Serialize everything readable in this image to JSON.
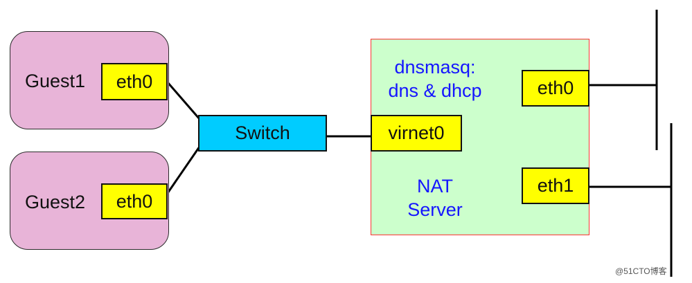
{
  "guest1": {
    "label": "Guest1",
    "port": "eth0"
  },
  "guest2": {
    "label": "Guest2",
    "port": "eth0"
  },
  "switch": {
    "label": "Switch"
  },
  "server": {
    "service_line1": "dnsmasq:",
    "service_line2": "dns & dhcp",
    "name_line1": "NAT",
    "name_line2": "Server",
    "internal_port": "virnet0",
    "external_port1": "eth0",
    "external_port2": "eth1"
  },
  "watermark": "@51CTO博客",
  "colors": {
    "guest_fill": "#e8b4d8",
    "port_fill": "#ffff00",
    "switch_fill": "#00ccff",
    "server_fill": "#ccffcc",
    "server_border": "#ff3333",
    "server_text": "#1515ff"
  }
}
